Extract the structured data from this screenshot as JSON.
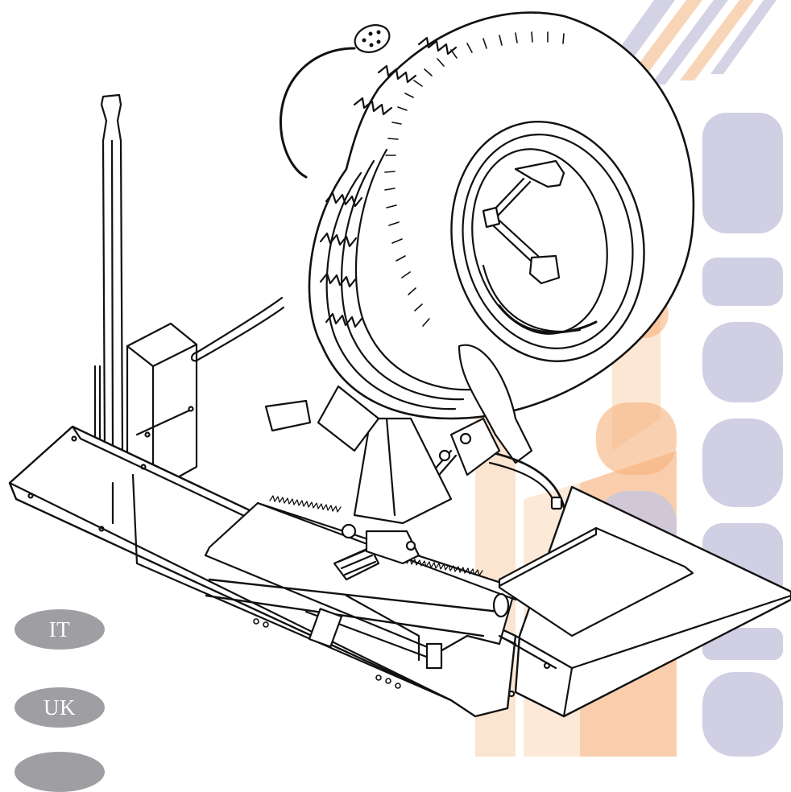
{
  "language_selector": {
    "it_label": "IT",
    "uk_label": "UK"
  },
  "colors": {
    "line_art": "#111111",
    "watermark_orange": "#f7c49a",
    "watermark_blue": "#c5c4dc",
    "pill_gray": "#9e9ea3"
  },
  "icons": {
    "illustration": "tyre-changer-machine-line-drawing",
    "watermark": "company-logo-watermark"
  }
}
